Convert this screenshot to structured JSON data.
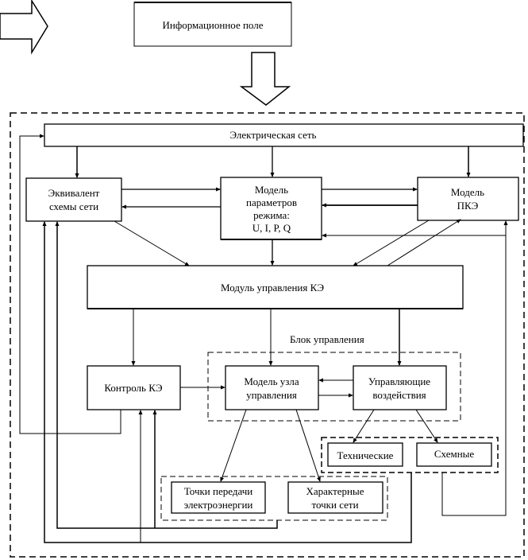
{
  "diagram": {
    "colors": {
      "stroke": "#000000",
      "background": "#ffffff"
    },
    "nodes": {
      "info_field": {
        "lines": [
          "Информационное поле"
        ]
      },
      "electric_network": {
        "lines": [
          "Электрическая сеть"
        ]
      },
      "equivalent_scheme": {
        "lines": [
          "Эквивалент",
          "схемы сети"
        ]
      },
      "mode_parameters_model": {
        "lines": [
          "Модель",
          "параметров",
          "режима:",
          "U, I, P, Q"
        ]
      },
      "pqe_model": {
        "lines": [
          "Модель",
          "ПКЭ"
        ]
      },
      "qe_control_module": {
        "lines": [
          "Модуль управления КЭ"
        ]
      },
      "qe_control": {
        "lines": [
          "Контроль КЭ"
        ]
      },
      "control_node_model": {
        "lines": [
          "Модель узла",
          "управления"
        ]
      },
      "control_actions": {
        "lines": [
          "Управляющие",
          "воздействия"
        ]
      },
      "technical": {
        "lines": [
          "Технические"
        ]
      },
      "schematic": {
        "lines": [
          "Схемные"
        ]
      },
      "transfer_points": {
        "lines": [
          "Точки передачи",
          "электроэнергии"
        ]
      },
      "characteristic_points": {
        "lines": [
          "Характерные",
          "точки сети"
        ]
      }
    },
    "group_labels": {
      "control_block": "Блок управления"
    }
  }
}
